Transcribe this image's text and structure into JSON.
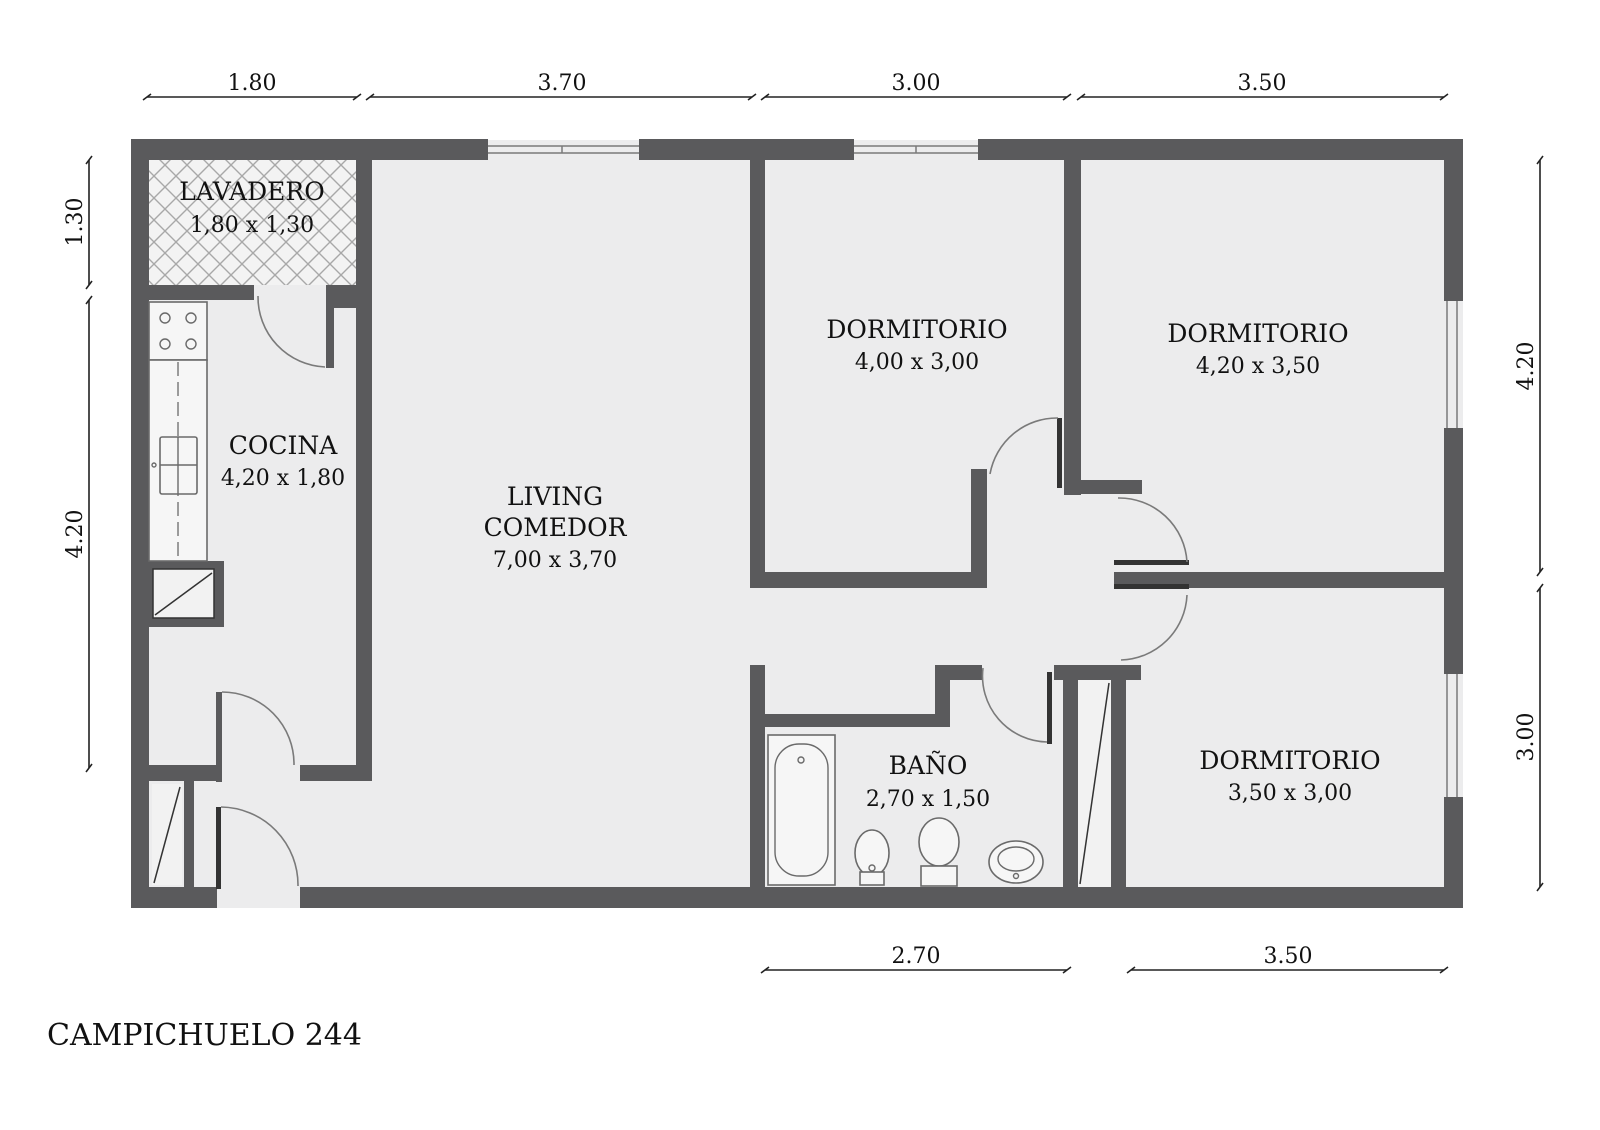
{
  "title": "CAMPICHUELO 244",
  "rooms": {
    "lavadero": {
      "name": "LAVADERO",
      "size": "1,80 x 1,30"
    },
    "cocina": {
      "name": "COCINA",
      "size": "4,20 x 1,80"
    },
    "living": {
      "name1": "LIVING",
      "name2": "COMEDOR",
      "size": "7,00 x 3,70"
    },
    "dorm1": {
      "name": "DORMITORIO",
      "size": "4,00 x 3,00"
    },
    "dorm2": {
      "name": "DORMITORIO",
      "size": "4,20 x 3,50"
    },
    "dorm3": {
      "name": "DORMITORIO",
      "size": "3,50 x 3,00"
    },
    "bano": {
      "name": "BAÑO",
      "size": "2,70 x 1,50"
    }
  },
  "dimensions": {
    "top": [
      "1.80",
      "3.70",
      "3.00",
      "3.50"
    ],
    "bottom": [
      "2.70",
      "3.50"
    ],
    "left": [
      "1.30",
      "4.20"
    ],
    "right": [
      "4.20",
      "3.00"
    ]
  },
  "colors": {
    "wall": "#5a5a5c",
    "floor": "#ececed"
  }
}
